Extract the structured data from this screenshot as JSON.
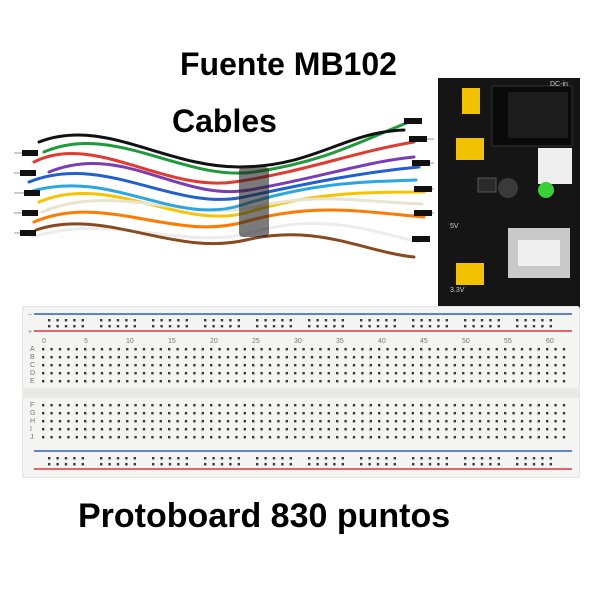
{
  "labels": {
    "power_supply": "Fuente MB102",
    "cables": "Cables",
    "breadboard": "Protoboard 830 puntos"
  },
  "breadboard": {
    "row_letters_top": [
      "A",
      "B",
      "C",
      "D",
      "E"
    ],
    "row_letters_bottom": [
      "F",
      "G",
      "H",
      "I",
      "J"
    ],
    "column_numbers": [
      "0",
      "5",
      "10",
      "15",
      "20",
      "25",
      "30",
      "35",
      "40",
      "45",
      "50",
      "55",
      "60"
    ],
    "rail_plus": "+",
    "rail_minus": "−"
  },
  "psu_board": {
    "silk_dc": "DC-in",
    "silk_5v": "5V",
    "silk_33v": "3.3V"
  },
  "colors": {
    "breadboard_body": "#f4f4f2",
    "rail_red": "#d9363e",
    "rail_blue": "#2f5fbf",
    "pcb_black": "#151515",
    "jumper_yellow": "#f2c200",
    "led_green": "#39d13a"
  }
}
